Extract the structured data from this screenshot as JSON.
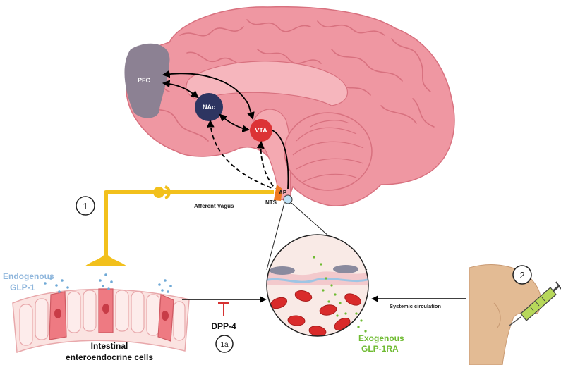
{
  "brain": {
    "regions": {
      "pfc": "PFC",
      "nac": "NAc",
      "vta": "VTA",
      "ap": "AP",
      "nts": "NTS"
    }
  },
  "pathways": {
    "vagus_label": "Afferent Vagus",
    "systemic_label": "Systemic circulation"
  },
  "markers": {
    "one": "1",
    "one_a": "1a",
    "two": "2"
  },
  "gut": {
    "endogenous_line1": "Endogenous",
    "endogenous_line2": "GLP-1",
    "cells_line1": "Intestinal",
    "cells_line2": "enteroendocrine cells"
  },
  "enzyme": {
    "dpp4": "DPP-4"
  },
  "drug": {
    "exogenous_line1": "Exogenous",
    "exogenous_line2": "GLP-1RA"
  },
  "colors": {
    "brain": "#ef97a2",
    "brain_dark": "#d8717f",
    "vagus": "#f2c01c",
    "pfc": "#8c8193",
    "nac": "#2d3561",
    "vta": "#dc3336",
    "ap": "#f07a22",
    "endogenous_text": "#8fb6dc",
    "exogenous_text": "#6fbb32",
    "dpp4_inhibit": "#d63232",
    "skin": "#e3bb94"
  }
}
